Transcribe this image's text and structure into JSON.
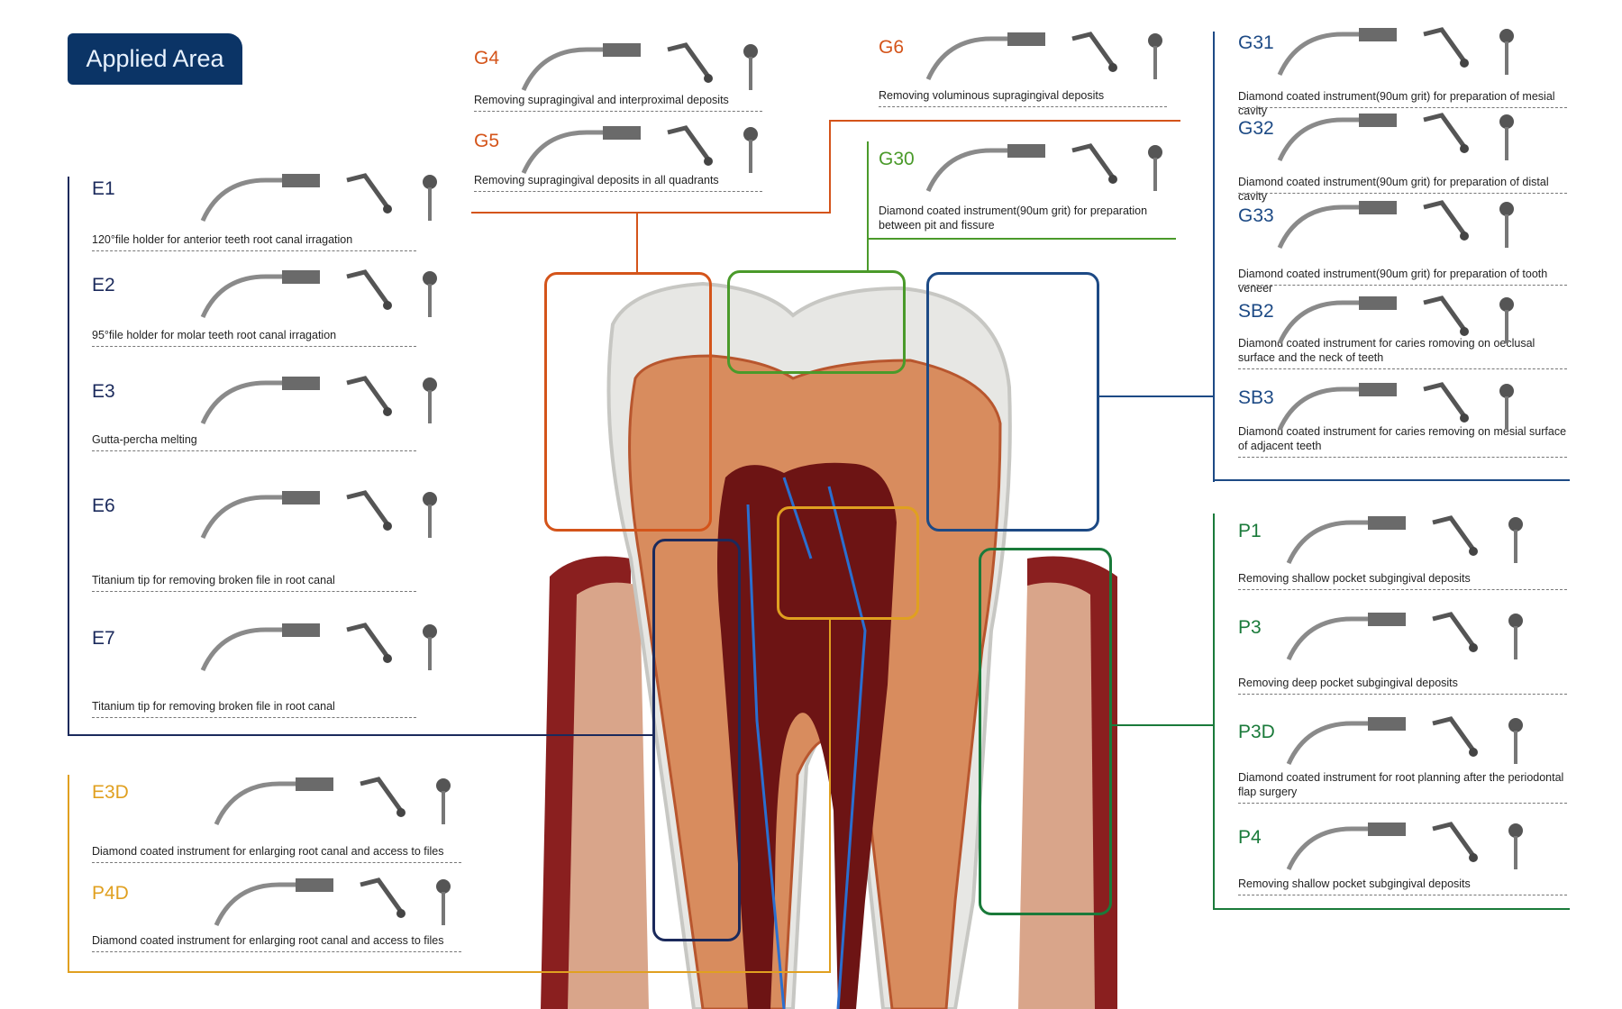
{
  "title": "Applied Area",
  "colors": {
    "navy": "#0b3466",
    "e": "#1b2a5c",
    "g": "#d4541a",
    "g30": "#4a9a2a",
    "blue": "#1d4a85",
    "p": "#1a7a3a",
    "gold": "#e0a020"
  },
  "groups": {
    "endo": [
      {
        "code": "E1",
        "desc": "120°file holder for anterior teeth root  canal irragation"
      },
      {
        "code": "E2",
        "desc": "95°file holder for molar teeth root canal irragation"
      },
      {
        "code": "E3",
        "desc": "Gutta-percha melting"
      },
      {
        "code": "E6",
        "desc": "Titanium tip for removing broken file in root canal"
      },
      {
        "code": "E7",
        "desc": "Titanium tip for removing broken file in root canal"
      }
    ],
    "diamond_endo": [
      {
        "code": "E3D",
        "desc": "Diamond coated instrument for enlarging root canal and access to files"
      },
      {
        "code": "P4D",
        "desc": "Diamond coated instrument for enlarging root canal and access to files"
      }
    ],
    "supra": [
      {
        "code": "G4",
        "desc": "Removing supragingival and interproximal deposits"
      },
      {
        "code": "G5",
        "desc": "Removing supragingival deposits in all quadrants"
      },
      {
        "code": "G6",
        "desc": "Removing voluminous supragingival deposits"
      }
    ],
    "fissure": [
      {
        "code": "G30",
        "desc": "Diamond coated instrument(90um grit) for preparation between pit and fissure"
      }
    ],
    "prep": [
      {
        "code": "G31",
        "desc": "Diamond coated instrument(90um grit) for preparation of mesial cavity"
      },
      {
        "code": "G32",
        "desc": "Diamond coated instrument(90um grit) for preparation of distal cavity"
      },
      {
        "code": "G33",
        "desc": "Diamond coated instrument(90um grit) for preparation of tooth veneer"
      },
      {
        "code": "SB2",
        "desc": "Diamond coated instrument for caries romoving on oeclusal surface and the neck of teeth"
      },
      {
        "code": "SB3",
        "desc": "Diamond coated instrument for caries removing on mesial surface of adjacent teeth"
      }
    ],
    "perio": [
      {
        "code": "P1",
        "desc": "Removing shallow pocket subgingival deposits"
      },
      {
        "code": "P3",
        "desc": "Removing deep pocket subgingival deposits"
      },
      {
        "code": "P3D",
        "desc": "Diamond coated instrument for root planning after the periodontal flap surgery"
      },
      {
        "code": "P4",
        "desc": "Removing shallow pocket subgingival deposits"
      }
    ]
  }
}
